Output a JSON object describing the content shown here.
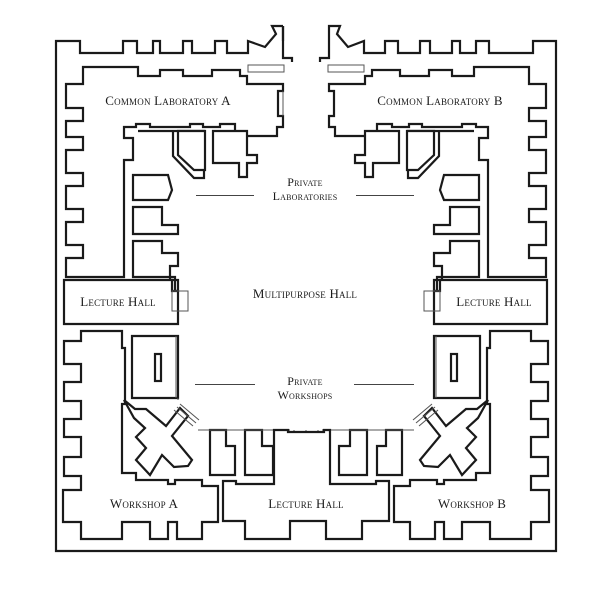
{
  "plan": {
    "rooms": {
      "common_lab_a": "Common Laboratory A",
      "common_lab_b": "Common Laboratory B",
      "private_labs_1": "Private",
      "private_labs_2": "Laboratories",
      "multipurpose_hall": "Multipurpose Hall",
      "lecture_hall_left": "Lecture Hall",
      "lecture_hall_right": "Lecture Hall",
      "private_workshops_1": "Private",
      "private_workshops_2": "Workshops",
      "workshop_a": "Workshop A",
      "lecture_hall_bottom": "Lecture Hall",
      "workshop_b": "Workshop B"
    },
    "colors": {
      "wall": "#1a1a1a",
      "background": "#ffffff"
    }
  }
}
